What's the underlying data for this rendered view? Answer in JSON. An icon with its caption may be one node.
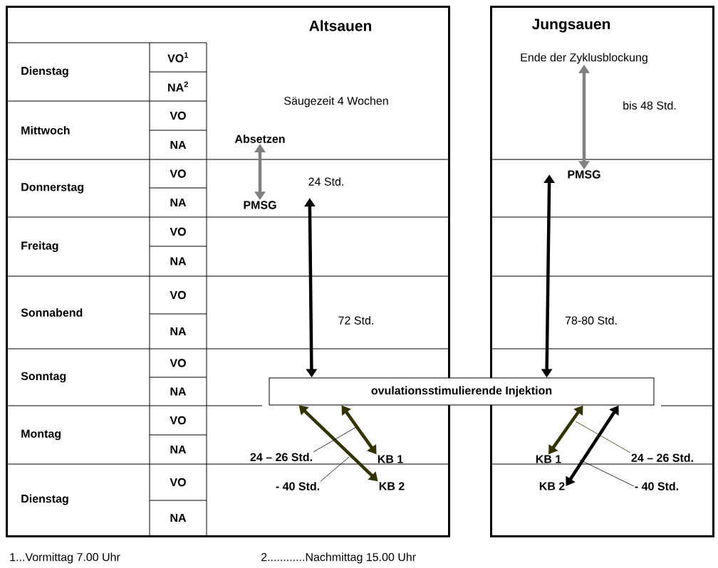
{
  "diagram": {
    "nodes": [
      {
        "text": [
          "Altsauen"
        ]
      },
      {
        "text": [
          "Jungsauen"
        ]
      },
      {
        "text": [
          "Absetzen"
        ],
        "in": 0
      },
      {
        "text": [
          "PMSG"
        ],
        "in": 0
      },
      {
        "text": [
          "Ende der Zyklusblockung"
        ],
        "in": 1
      },
      {
        "text": [
          "PMSG"
        ],
        "in": 1
      },
      {
        "text": [
          "ovulationsstimulierende Injektion"
        ]
      },
      {
        "text": [
          "KB 1"
        ],
        "in": 0
      },
      {
        "text": [
          "KB 2"
        ],
        "in": 0
      },
      {
        "text": [
          "KB 1"
        ],
        "in": 1
      },
      {
        "text": [
          "KB 2"
        ],
        "in": 1
      },
      {
        "text": [
          "24 – 26 Std."
        ],
        "in": 0
      },
      {
        "text": [
          "- 40 Std."
        ],
        "in": 0
      },
      {
        "text": [
          "24 – 26 Std."
        ],
        "in": 1
      },
      {
        "text": [
          "- 40 Std."
        ],
        "in": 1
      }
    ],
    "edges": [
      {
        "from": 2,
        "to": 3,
        "arrow": "both",
        "label": "24 Std.",
        "color": "#808080"
      },
      {
        "from": 4,
        "to": 5,
        "arrow": "both",
        "label": "bis 48 Std.",
        "color": "#808080"
      },
      {
        "from": 3,
        "to": 6,
        "arrow": "both",
        "label": "72 Std."
      },
      {
        "from": 5,
        "to": 6,
        "arrow": "both",
        "label": "78-80 Std."
      },
      {
        "from": 6,
        "to": 7,
        "arrow": "both",
        "color": "#333300"
      },
      {
        "from": 6,
        "to": 8,
        "arrow": "both",
        "color": "#333300"
      },
      {
        "from": 6,
        "to": 9,
        "arrow": "both",
        "color": "#333300"
      },
      {
        "from": 6,
        "to": 10,
        "arrow": "both"
      },
      {
        "from": 11,
        "to": null,
        "arrow": "none"
      },
      {
        "from": 12,
        "to": null,
        "arrow": "none"
      },
      {
        "from": 13,
        "to": null,
        "arrow": "none",
        "color": "#333300"
      },
      {
        "from": 14,
        "to": null,
        "arrow": "none"
      }
    ],
    "labels": [
      "Dienstag",
      "VO$^{1}$",
      "NA$^{2}$",
      "Mittwoch",
      "VO",
      "NA",
      "Donnerstag",
      "VO",
      "NA",
      "Freitag",
      "VO",
      "NA",
      "Sonnabend",
      "VO",
      "NA",
      "Sonntag",
      "VO",
      "NA",
      "Montag",
      "VO",
      "NA",
      "Dienstag",
      "VO",
      "NA",
      "Säugezeit 4 Wochen",
      "1...Vormittag 7.00 Uhr",
      "2............Nachmittag 15.00 Uhr"
    ]
  }
}
